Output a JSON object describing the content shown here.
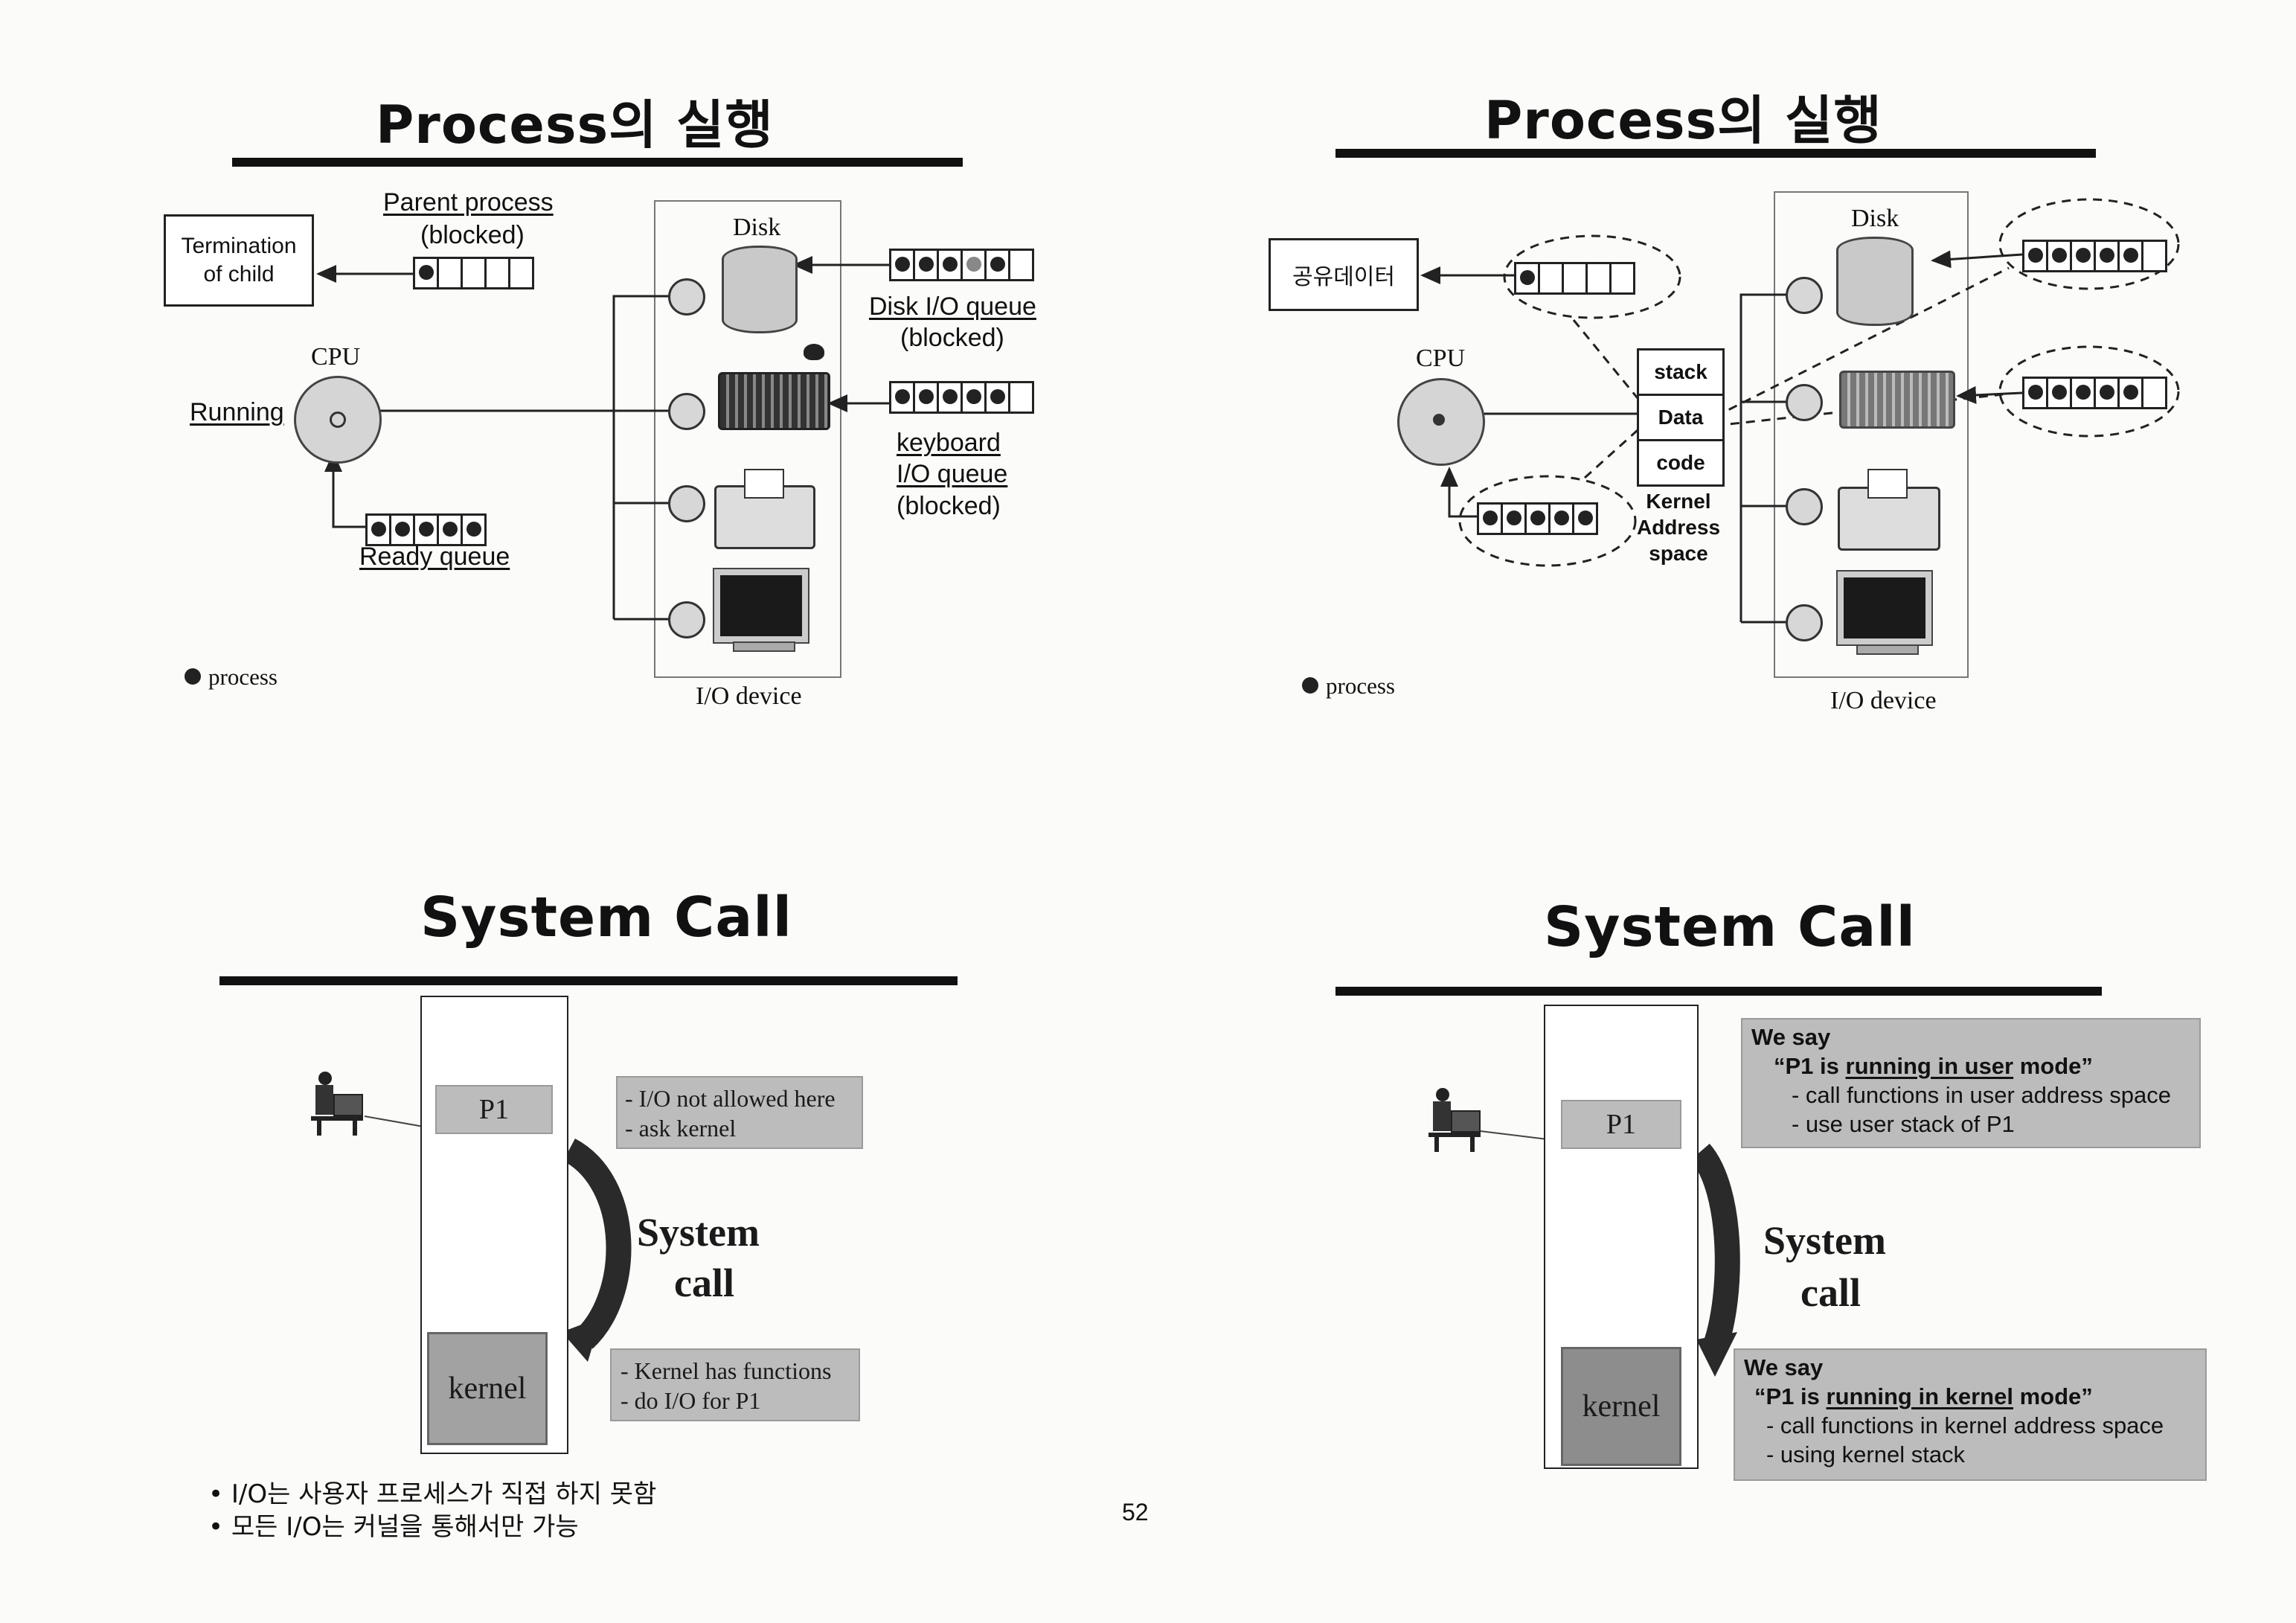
{
  "page_number": "52",
  "slides": [
    {
      "title": "Process의 실행",
      "termination_box": "Termination\nof child",
      "parent_process": "Parent process",
      "blocked": "(blocked)",
      "cpu": "CPU",
      "running": "Running",
      "ready_queue": "Ready queue",
      "disk": "Disk",
      "disk_io_queue": "Disk I/O queue",
      "disk_blocked": "(blocked)",
      "keyboard": "keyboard",
      "io_queue": "I/O queue",
      "keyboard_blocked": "(blocked)",
      "legend_process": "process",
      "io_device": "I/O device"
    },
    {
      "title": "Process의 실행",
      "shared_data": "공유데이터",
      "cpu": "CPU",
      "disk": "Disk",
      "stack": "stack",
      "data": "Data",
      "code": "code",
      "kernel_address_space": "Kernel\nAddress\nspace",
      "legend_process": "process",
      "io_device": "I/O device"
    },
    {
      "title": "System Call",
      "p1": "P1",
      "kernel": "kernel",
      "note_top_1": "- I/O not allowed here",
      "note_top_2": "- ask kernel",
      "system": "System",
      "call": "call",
      "note_bottom_1": "- Kernel has functions",
      "note_bottom_2": "- do I/O for P1",
      "bullet_1": "I/O는 사용자 프로세스가 직접 하지 못함",
      "bullet_2": "모든 I/O는 커널을 통해서만 가능"
    },
    {
      "title": "System Call",
      "p1": "P1",
      "kernel": "kernel",
      "system": "System",
      "call": "call",
      "user_we_say": "We say",
      "user_line_pre": "“P1 is ",
      "user_line_u": "running in user",
      "user_line_post": " mode”",
      "user_b1": "- call functions in user address space",
      "user_b2": "- use user stack of P1",
      "kernel_we_say": "We say",
      "kernel_line_pre": "“P1 is ",
      "kernel_line_u": "running in kernel",
      "kernel_line_post": " mode”",
      "kernel_b1": "- call functions in kernel address space",
      "kernel_b2": "- using kernel stack"
    }
  ]
}
